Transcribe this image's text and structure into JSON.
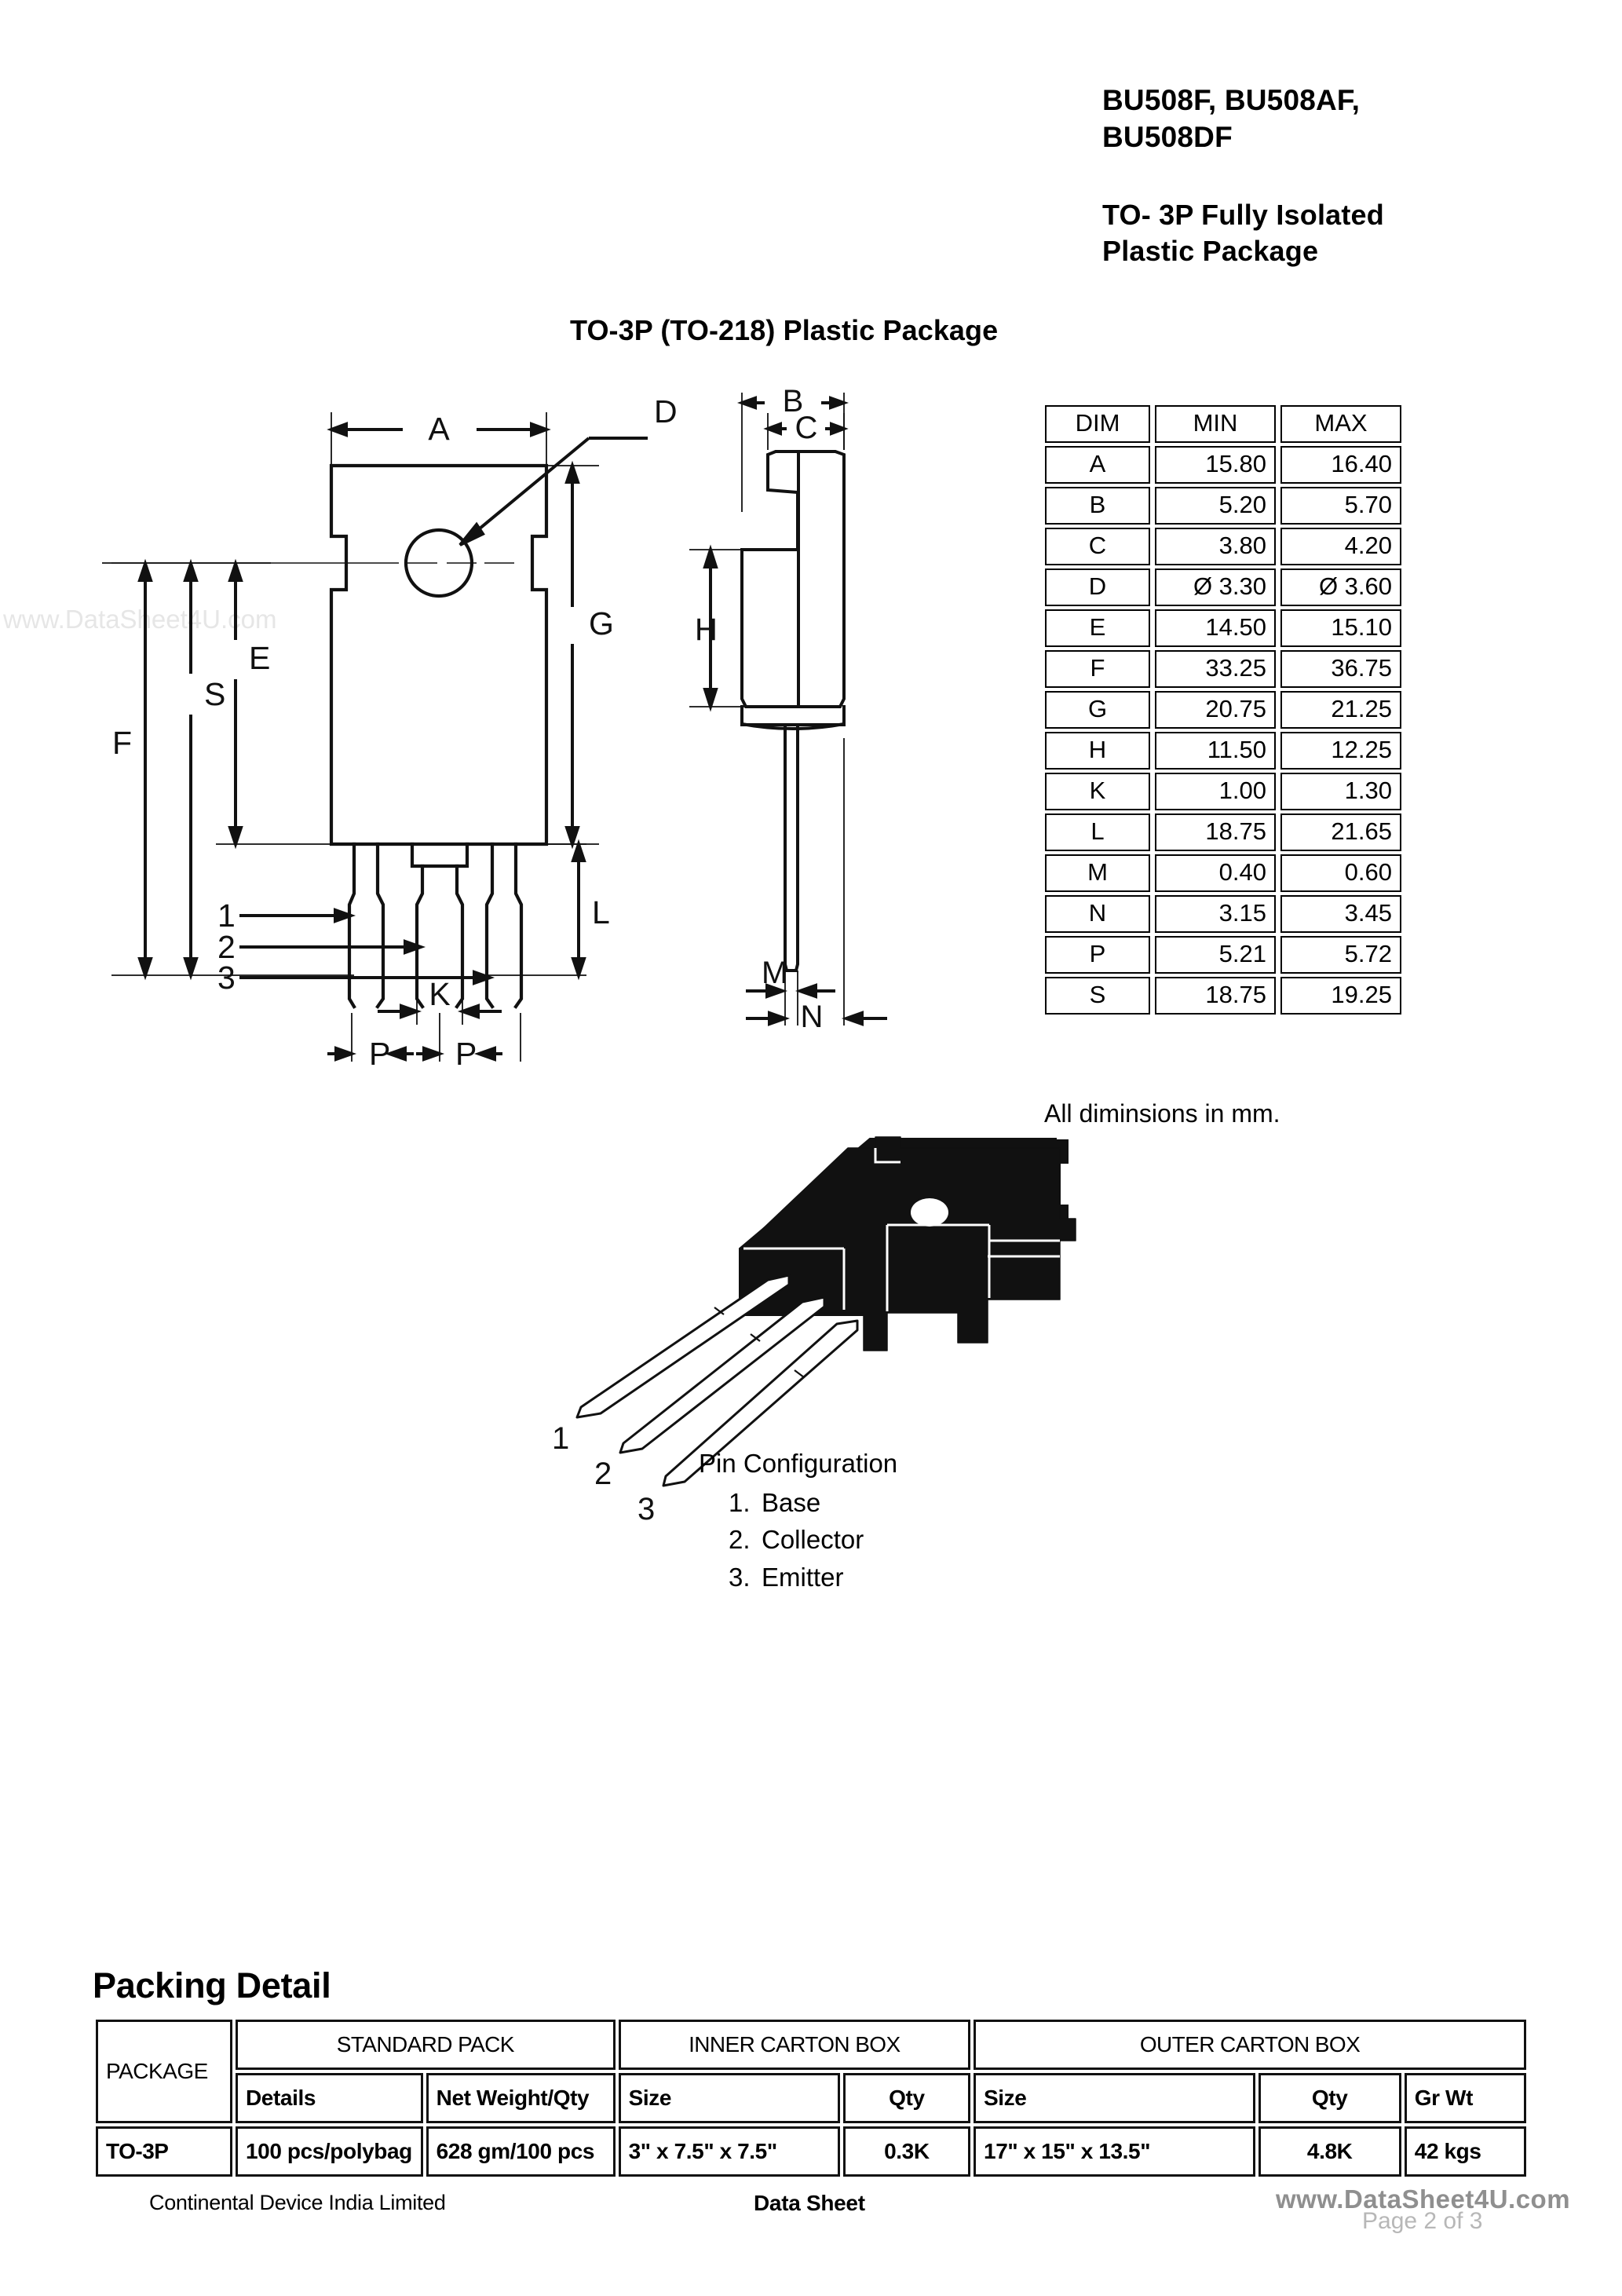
{
  "header": {
    "line1": "BU508F, BU508AF,",
    "line2": "BU508DF",
    "line3": "TO- 3P Fully Isolated",
    "line4": "Plastic Package"
  },
  "section_title": "TO-3P (TO-218) Plastic Package",
  "watermark": {
    "left": "www.DataSheet4U.com",
    "footer": "www.DataSheet4U.com",
    "page": "Page 2 of 3"
  },
  "drawing": {
    "front_labels": {
      "A": "A",
      "D": "D",
      "E": "E",
      "S": "S",
      "F": "F",
      "G": "G",
      "L": "L",
      "K": "K",
      "P1": "P",
      "P2": "P",
      "pin1": "1",
      "pin2": "2",
      "pin3": "3"
    },
    "side_labels": {
      "B": "B",
      "C": "C",
      "H": "H",
      "M": "M",
      "N": "N"
    },
    "iso_labels": {
      "pin1": "1",
      "pin2": "2",
      "pin3": "3"
    }
  },
  "dim_table": {
    "headers": [
      "DIM",
      "MIN",
      "MAX"
    ],
    "rows": [
      {
        "dim": "A",
        "min": "15.80",
        "max": "16.40"
      },
      {
        "dim": "B",
        "min": "5.20",
        "max": "5.70"
      },
      {
        "dim": "C",
        "min": "3.80",
        "max": "4.20"
      },
      {
        "dim": "D",
        "min": "Ø 3.30",
        "max": "Ø 3.60"
      },
      {
        "dim": "E",
        "min": "14.50",
        "max": "15.10"
      },
      {
        "dim": "F",
        "min": "33.25",
        "max": "36.75"
      },
      {
        "dim": "G",
        "min": "20.75",
        "max": "21.25"
      },
      {
        "dim": "H",
        "min": "11.50",
        "max": "12.25"
      },
      {
        "dim": "K",
        "min": "1.00",
        "max": "1.30"
      },
      {
        "dim": "L",
        "min": "18.75",
        "max": "21.65"
      },
      {
        "dim": "M",
        "min": "0.40",
        "max": "0.60"
      },
      {
        "dim": "N",
        "min": "3.15",
        "max": "3.45"
      },
      {
        "dim": "P",
        "min": "5.21",
        "max": "5.72"
      },
      {
        "dim": "S",
        "min": "18.75",
        "max": "19.25"
      }
    ],
    "note": "All diminsions in mm."
  },
  "pin_configuration": {
    "title": "Pin Configuration",
    "pins": [
      {
        "num": "1.",
        "name": "Base"
      },
      {
        "num": "2.",
        "name": "Collector"
      },
      {
        "num": "3.",
        "name": "Emitter"
      }
    ]
  },
  "packing": {
    "title": "Packing Detail",
    "group_headers": {
      "package": "PACKAGE",
      "standard_pack": "STANDARD PACK",
      "inner_carton": "INNER CARTON BOX",
      "outer_carton": "OUTER CARTON BOX"
    },
    "sub_headers": {
      "details": "Details",
      "net_weight_qty": "Net Weight/Qty",
      "inner_size": "Size",
      "inner_qty": "Qty",
      "outer_size": "Size",
      "outer_qty": "Qty",
      "gr_wt": "Gr Wt"
    },
    "row": {
      "package": "TO-3P",
      "details": "100 pcs/polybag",
      "net_weight_qty": "628 gm/100 pcs",
      "inner_size": "3\" x 7.5\" x 7.5\"",
      "inner_qty": "0.3K",
      "outer_size": "17\" x 15\" x 13.5\"",
      "outer_qty": "4.8K",
      "gr_wt": "42 kgs"
    }
  },
  "footer": {
    "left": "Continental Device India Limited",
    "middle": "Data Sheet"
  }
}
